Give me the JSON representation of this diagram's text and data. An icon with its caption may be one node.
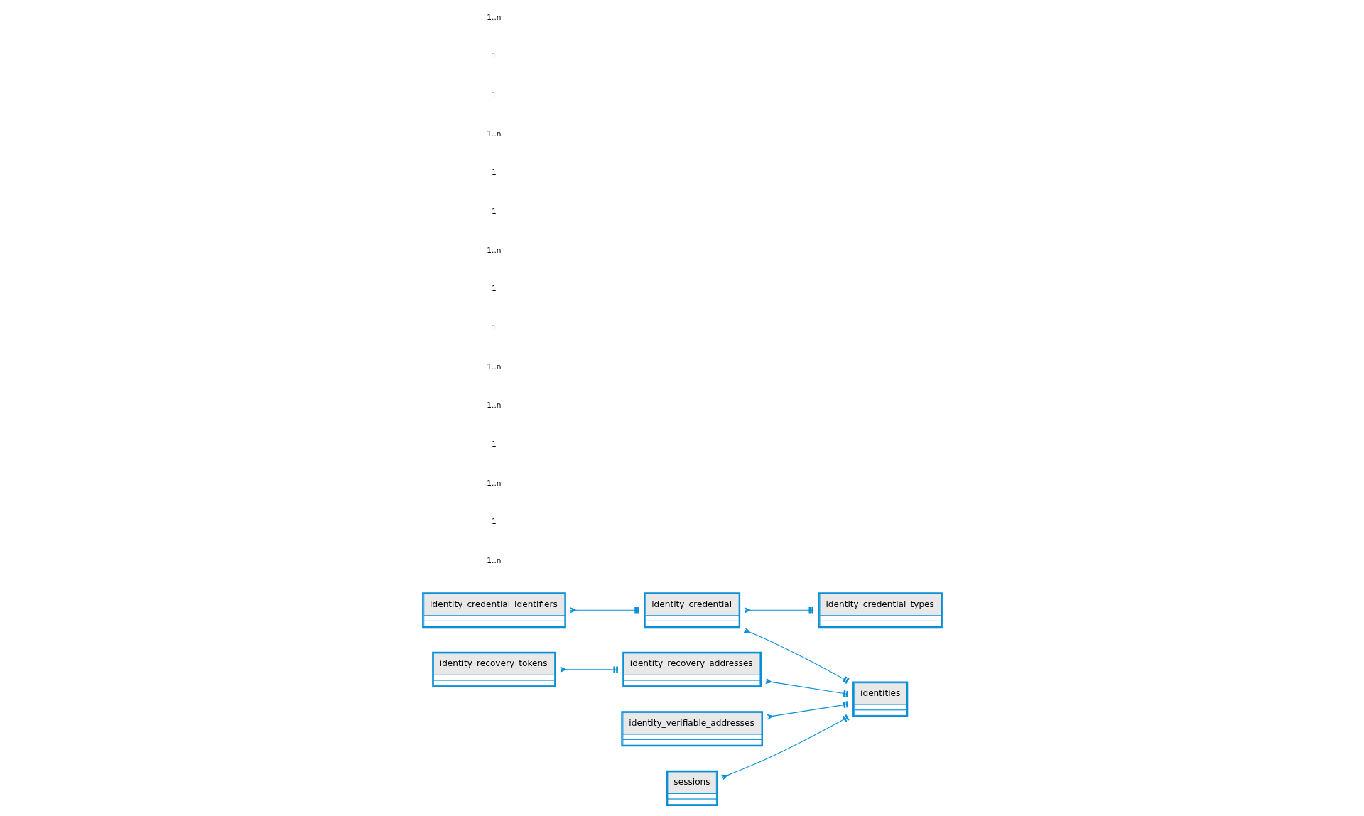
{
  "diagram": {
    "nodes": [
      {
        "text": [
          "identity_credential_identifiers"
        ]
      },
      {
        "text": [
          "identity_credential"
        ]
      },
      {
        "text": [
          "identity_credential_types"
        ]
      },
      {
        "text": [
          "identity_recovery_tokens"
        ]
      },
      {
        "text": [
          "identity_recovery_addresses"
        ]
      },
      {
        "text": [
          "identities"
        ]
      },
      {
        "text": [
          "identity_verifiable_addresses"
        ]
      },
      {
        "text": [
          "sessions"
        ]
      }
    ],
    "edges": [
      {
        "from": 0,
        "to": 1,
        "arrow": "other"
      },
      {
        "from": 1,
        "to": 2,
        "arrow": "other"
      },
      {
        "from": 1,
        "to": 5,
        "arrow": "other"
      },
      {
        "from": 3,
        "to": 4,
        "arrow": "other"
      },
      {
        "from": 4,
        "to": 5,
        "arrow": "other"
      },
      {
        "from": 6,
        "to": 5,
        "arrow": "other"
      },
      {
        "from": 7,
        "to": 5,
        "arrow": "other"
      }
    ],
    "labels": [
      "1..n",
      "1",
      "1..n",
      "1",
      "1..n",
      "1..n",
      "1",
      "1",
      "1..n",
      "1",
      "1",
      "1..n",
      "1",
      "1",
      "1..n"
    ]
  }
}
